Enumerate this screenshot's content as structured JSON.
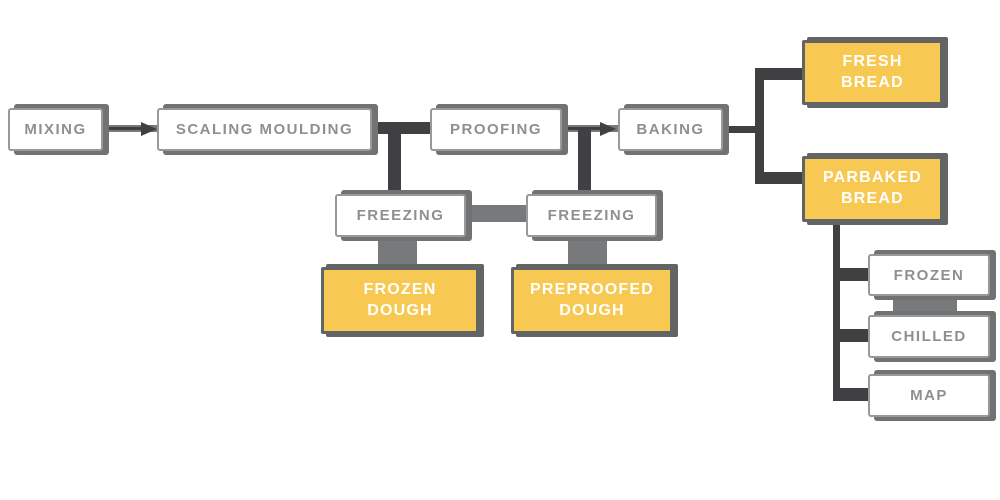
{
  "diagram": {
    "type": "flowchart",
    "subject": "bread production process",
    "colors": {
      "product_fill": "#f8c952",
      "product_border": "#636466",
      "process_border": "#98999b",
      "process_shadow": "#717274",
      "process_text": "#8e8f91",
      "product_text": "#ffffff",
      "dark_connector": "#404042",
      "gray_connector": "#78797b",
      "background": "#ffffff"
    },
    "nodes": {
      "mixing": {
        "label": "MIXING",
        "kind": "process"
      },
      "scaling_moulding": {
        "label": "SCALING MOULDING",
        "kind": "process"
      },
      "proofing": {
        "label": "PROOFING",
        "kind": "process"
      },
      "baking": {
        "label": "BAKING",
        "kind": "process"
      },
      "freezing_1": {
        "label": "FREEZING",
        "kind": "process"
      },
      "freezing_2": {
        "label": "FREEZING",
        "kind": "process"
      },
      "fresh_bread": {
        "label": "FRESH\nBREAD",
        "kind": "product"
      },
      "parbaked_bread": {
        "label": "PARBAKED\nBREAD",
        "kind": "product"
      },
      "frozen_dough": {
        "label": "FROZEN\nDOUGH",
        "kind": "product"
      },
      "preproofed_dough": {
        "label": "PREPROOFED\nDOUGH",
        "kind": "product"
      },
      "frozen": {
        "label": "FROZEN",
        "kind": "process"
      },
      "chilled": {
        "label": "CHILLED",
        "kind": "process"
      },
      "map": {
        "label": "MAP",
        "kind": "process"
      }
    },
    "edges": [
      {
        "from": "mixing",
        "to": "scaling_moulding",
        "style": "arrow"
      },
      {
        "from": "scaling_moulding",
        "to": "proofing",
        "style": "dark-line"
      },
      {
        "from": "scaling_moulding",
        "to": "freezing_1",
        "style": "dark-line"
      },
      {
        "from": "proofing",
        "to": "baking",
        "style": "arrow"
      },
      {
        "from": "proofing",
        "to": "freezing_2",
        "style": "dark-line"
      },
      {
        "from": "baking",
        "to": "fresh_bread",
        "style": "dark-line"
      },
      {
        "from": "baking",
        "to": "parbaked_bread",
        "style": "dark-line"
      },
      {
        "from": "freezing_1",
        "to": "freezing_2",
        "style": "gray-bar"
      },
      {
        "from": "freezing_1",
        "to": "frozen_dough",
        "style": "gray-bar"
      },
      {
        "from": "freezing_2",
        "to": "preproofed_dough",
        "style": "gray-bar"
      },
      {
        "from": "parbaked_bread",
        "to": "frozen",
        "style": "dark-line"
      },
      {
        "from": "parbaked_bread",
        "to": "chilled",
        "style": "dark-line"
      },
      {
        "from": "parbaked_bread",
        "to": "map",
        "style": "dark-line"
      },
      {
        "from": "frozen",
        "to": "chilled",
        "style": "gray-bar"
      }
    ]
  }
}
